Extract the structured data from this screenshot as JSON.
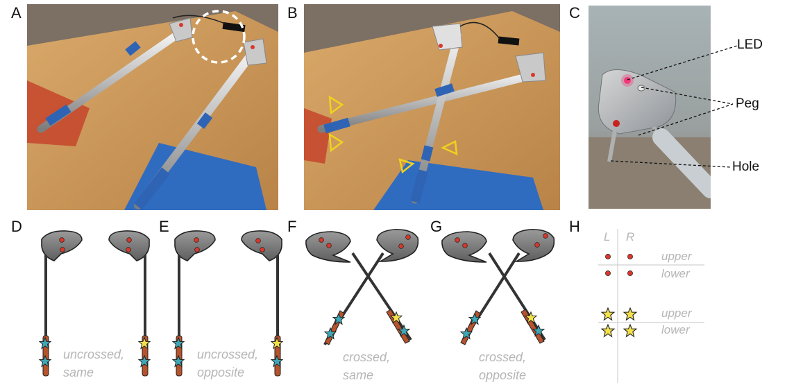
{
  "panels": {
    "A": "A",
    "B": "B",
    "C": "C",
    "D": "D",
    "E": "E",
    "F": "F",
    "G": "G",
    "H": "H"
  },
  "panel_c_labels": {
    "led": "LED",
    "peg": "Peg",
    "hole": "Hole"
  },
  "captions": {
    "D": [
      "uncrossed,",
      "same"
    ],
    "E": [
      "uncrossed,",
      "opposite"
    ],
    "F": [
      "crossed,",
      "same"
    ],
    "G": [
      "crossed,",
      "opposite"
    ]
  },
  "legend": {
    "col_left": "L",
    "col_right": "R",
    "led_upper": "upper",
    "led_lower": "lower",
    "star_upper": "upper",
    "star_lower": "lower"
  },
  "colors": {
    "led_red": "#d9382b",
    "star_blue": "#3fa7b5",
    "star_yellow": "#f3e14a",
    "grip_brown": "#b5532c",
    "head_gray": "#8e8e8e",
    "tape_blue": "#2f64b4",
    "board_wood": "#c99558"
  }
}
